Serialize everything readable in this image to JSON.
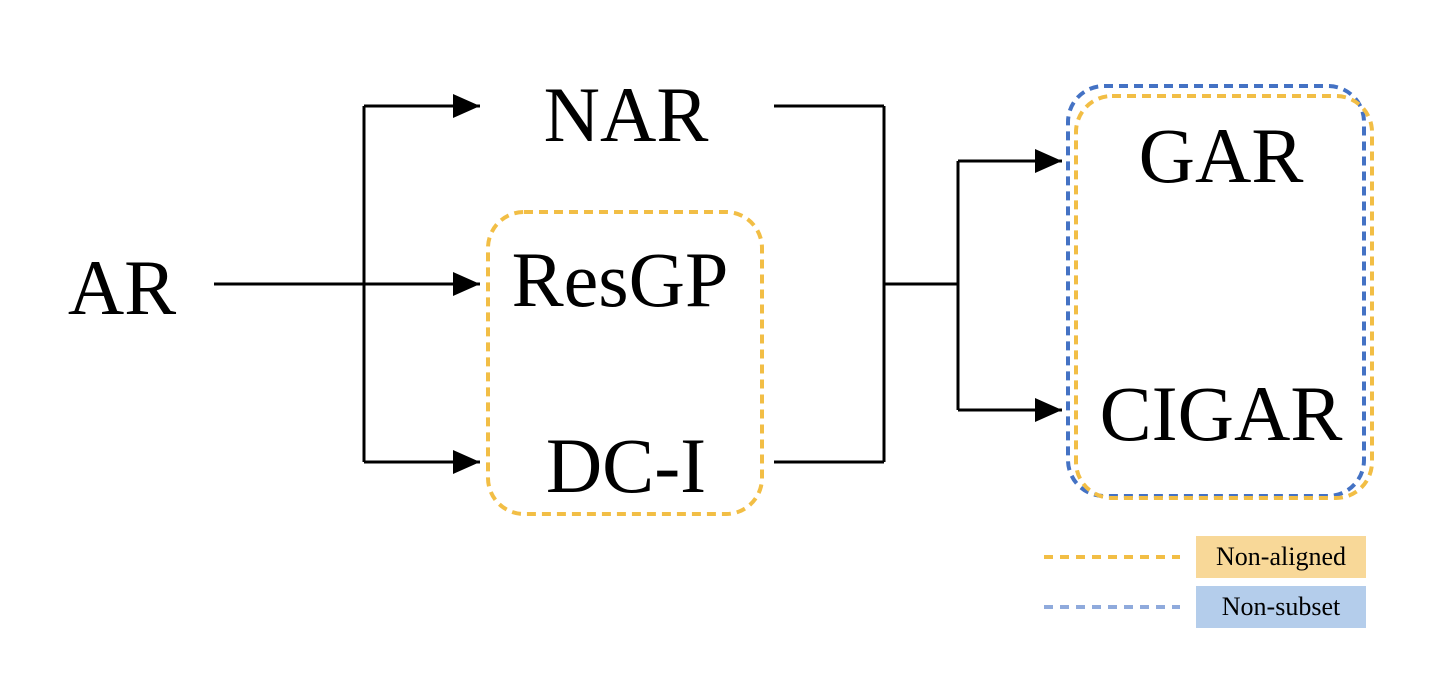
{
  "nodes": {
    "ar": "AR",
    "nar": "NAR",
    "resgp": "ResGP",
    "dci": "DC-I",
    "gar": "GAR",
    "cigar": "CIGAR"
  },
  "legend": {
    "non_aligned": "Non-aligned",
    "non_subset": "Non-subset"
  },
  "colors": {
    "non_aligned": "#F2BE45",
    "non_subset": "#4472C4",
    "non_aligned_fill": "#F8D898",
    "non_subset_fill": "#B4CDEB",
    "arrow": "#000000"
  }
}
